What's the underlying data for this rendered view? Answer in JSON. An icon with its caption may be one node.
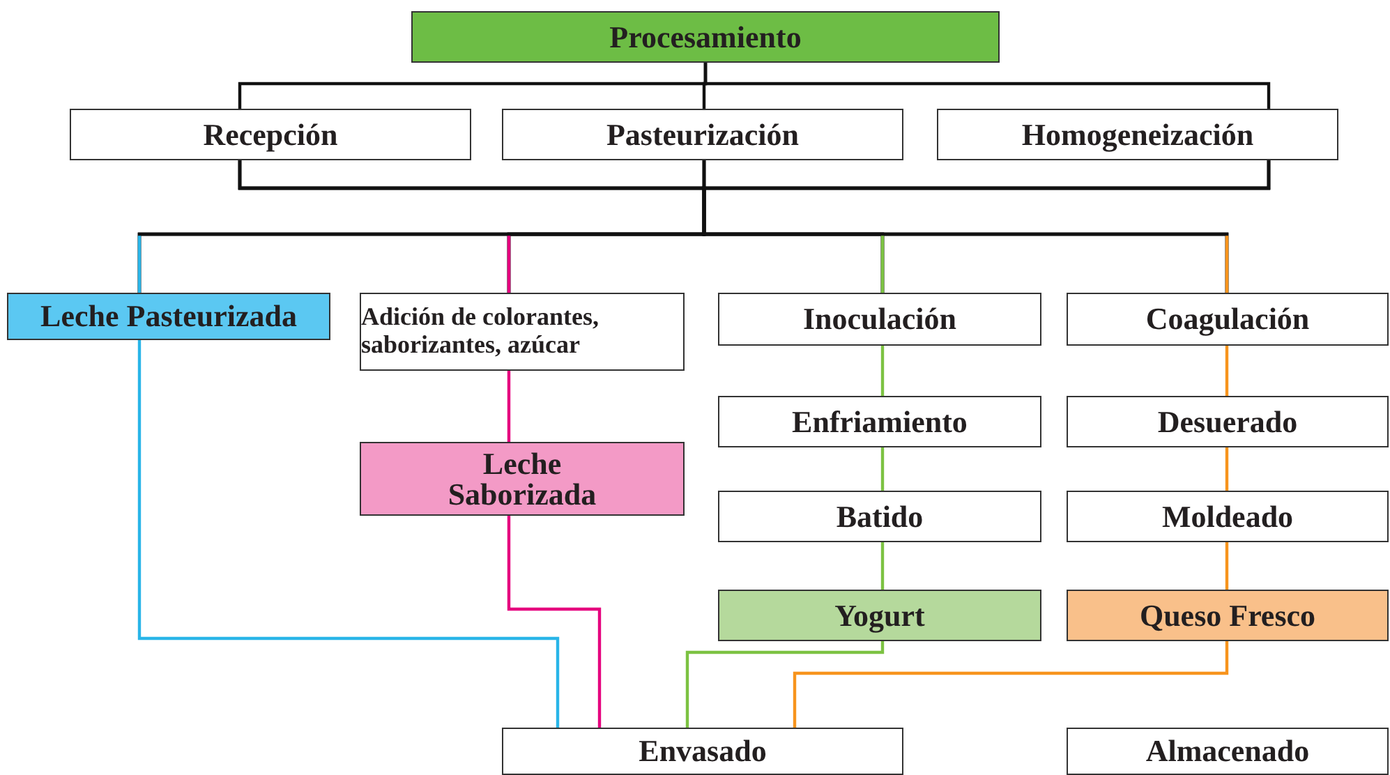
{
  "diagram": {
    "nodes": [
      {
        "text": [
          "Procesamiento"
        ]
      },
      {
        "text": [
          "Recepción"
        ]
      },
      {
        "text": [
          "Pasteurización"
        ]
      },
      {
        "text": [
          "Homogeneización"
        ]
      },
      {
        "text": [
          "Leche Pasteurizada"
        ]
      },
      {
        "text": [
          "Adición de colorantes, saborizantes, azúcar"
        ]
      },
      {
        "text": [
          "Leche Saborizada"
        ]
      },
      {
        "text": [
          "Inoculación"
        ]
      },
      {
        "text": [
          "Enfriamiento"
        ]
      },
      {
        "text": [
          "Batido"
        ]
      },
      {
        "text": [
          "Yogurt"
        ]
      },
      {
        "text": [
          "Coagulación"
        ]
      },
      {
        "text": [
          "Desuerado"
        ]
      },
      {
        "text": [
          "Moldeado"
        ]
      },
      {
        "text": [
          "Queso Fresco"
        ]
      },
      {
        "text": [
          "Envasado"
        ]
      },
      {
        "text": [
          "Almacenado"
        ]
      }
    ],
    "edges": [
      {
        "from": 0,
        "to": 1,
        "arrow": "none"
      },
      {
        "from": 0,
        "to": 2,
        "arrow": "none"
      },
      {
        "from": 0,
        "to": 3,
        "arrow": "none"
      },
      {
        "from": 1,
        "to": 4,
        "arrow": "none"
      },
      {
        "from": 1,
        "to": 5,
        "arrow": "none"
      },
      {
        "from": 1,
        "to": 7,
        "arrow": "none"
      },
      {
        "from": 1,
        "to": 11,
        "arrow": "none"
      },
      {
        "from": 2,
        "to": 4,
        "arrow": "none"
      },
      {
        "from": 2,
        "to": 5,
        "arrow": "none"
      },
      {
        "from": 2,
        "to": 7,
        "arrow": "none"
      },
      {
        "from": 2,
        "to": 11,
        "arrow": "none"
      },
      {
        "from": 3,
        "to": 4,
        "arrow": "none"
      },
      {
        "from": 3,
        "to": 5,
        "arrow": "none"
      },
      {
        "from": 3,
        "to": 7,
        "arrow": "none"
      },
      {
        "from": 3,
        "to": 11,
        "arrow": "none"
      },
      {
        "from": 5,
        "to": 6,
        "arrow": "none",
        "color": "#e5007e"
      },
      {
        "from": 6,
        "to": 15,
        "arrow": "none",
        "color": "#e5007e"
      },
      {
        "from": 4,
        "to": 15,
        "arrow": "none",
        "color": "#29b5e8"
      },
      {
        "from": 7,
        "to": 8,
        "arrow": "none",
        "color": "#7cc242"
      },
      {
        "from": 8,
        "to": 9,
        "arrow": "none",
        "color": "#7cc242"
      },
      {
        "from": 9,
        "to": 10,
        "arrow": "none",
        "color": "#7cc242"
      },
      {
        "from": 10,
        "to": 15,
        "arrow": "none",
        "color": "#7cc242"
      },
      {
        "from": 11,
        "to": 12,
        "arrow": "none",
        "color": "#f7941d"
      },
      {
        "from": 12,
        "to": 13,
        "arrow": "none",
        "color": "#f7941d"
      },
      {
        "from": 13,
        "to": 14,
        "arrow": "none",
        "color": "#f7941d"
      },
      {
        "from": 14,
        "to": 15,
        "arrow": "none",
        "color": "#f7941d"
      }
    ]
  }
}
